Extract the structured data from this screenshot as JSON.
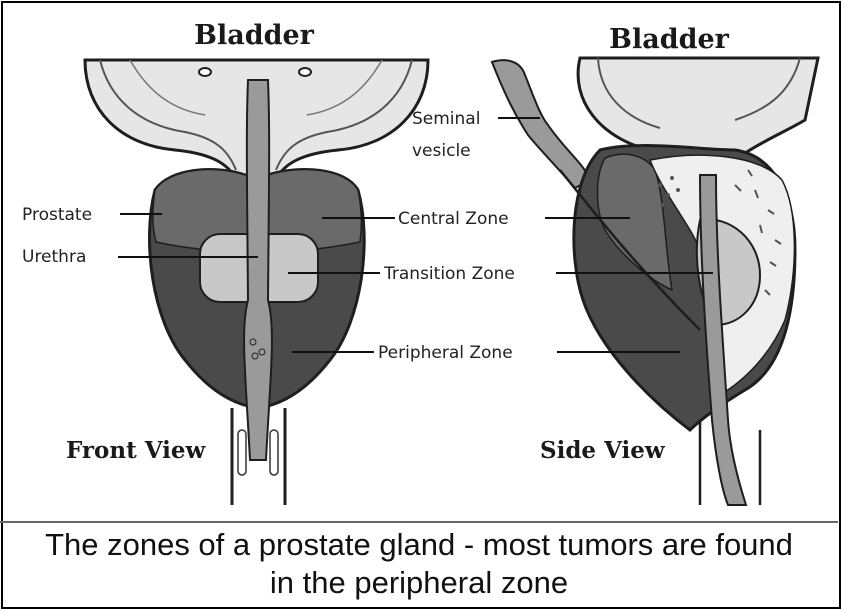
{
  "front": {
    "title": "Bladder",
    "view_label": "Front View",
    "labels": {
      "prostate": "Prostate",
      "urethra": "Urethra",
      "central_zone": "Central Zone",
      "transition_zone": "Transition Zone",
      "peripheral_zone": "Peripheral Zone"
    }
  },
  "side": {
    "title": "Bladder",
    "view_label": "Side View",
    "labels": {
      "seminal_vesicle_line1": "Seminal",
      "seminal_vesicle_line2": "vesicle"
    }
  },
  "caption": {
    "line1": "The zones of a prostate gland - most tumors are found",
    "line2": "in the peripheral zone"
  },
  "colors": {
    "peripheral": "#4a4a4a",
    "central": "#6a6a6a",
    "transition": "#c8c8c8",
    "bladder": "#e6e6e6",
    "outline": "#1e1e1e"
  }
}
